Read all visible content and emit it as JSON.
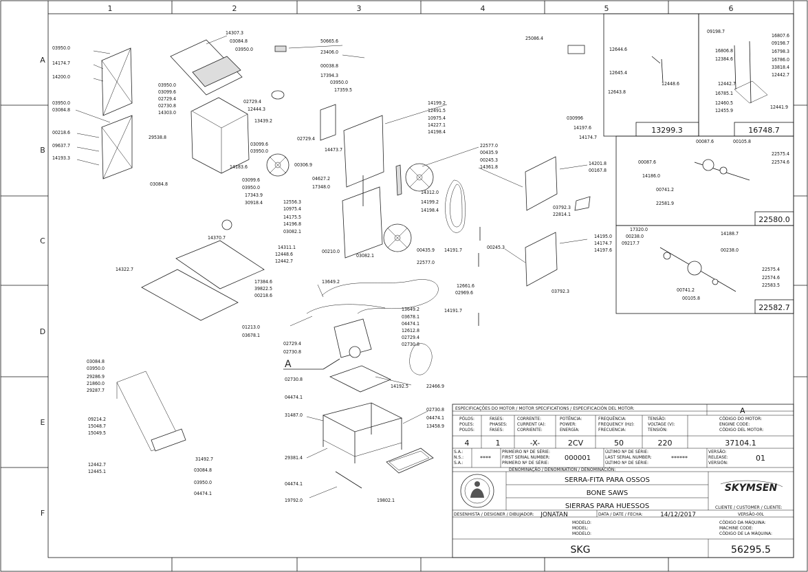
{
  "grid": {
    "columns": [
      "1",
      "2",
      "3",
      "4",
      "5",
      "6"
    ],
    "rows": [
      "A",
      "B",
      "C",
      "D",
      "E",
      "F"
    ]
  },
  "view_label": "A",
  "part_numbers": {
    "top_left_panel": [
      "03950.0",
      "14174.7",
      "14200.0"
    ],
    "left_panel": [
      "03950.0",
      "03084.8",
      "00218.6",
      "09637.7",
      "14193.3"
    ],
    "cabinet": [
      "03950.0",
      "03099.6",
      "02729.4",
      "02730.8",
      "14303.0",
      "29538.8",
      "03084.8"
    ],
    "top_rails": [
      "14307.3",
      "03084.8",
      "03950.0"
    ],
    "misc_top": [
      "50665.6",
      "23406.0",
      "00038.8",
      "17394.3",
      "03950.0",
      "17359.5",
      "25086.4"
    ],
    "upper_wheel_left": [
      "02729.4",
      "12444.3",
      "13439.2",
      "02729.4",
      "03099.6",
      "03950.0",
      "14183.6",
      "00306.9",
      "03099.6",
      "03950.0",
      "17343.9",
      "30918.4"
    ],
    "frame": [
      "14199.2",
      "12491.5",
      "10975.4",
      "14227.1",
      "14198.4",
      "14473.7",
      "04627.2",
      "17348.0",
      "12556.3",
      "10975.4",
      "14175.5",
      "14196.8",
      "03082.1",
      "14312.0",
      "14199.2",
      "14198.4",
      "00210.0",
      "03082.1"
    ],
    "wheels": [
      "22577.0",
      "00435.9",
      "00245.3",
      "14361.8",
      "00435.9",
      "22577.0"
    ],
    "right_door": [
      "030996",
      "14197.6",
      "14174.7",
      "14201.8",
      "00167.8",
      "03792.3",
      "22814.1"
    ],
    "lower_door": [
      "14195.0",
      "14174.7",
      "14197.6",
      "00245.3",
      "03792.3",
      "14191.7",
      "14191.7"
    ],
    "table": [
      "14370.7",
      "14322.7",
      "14311.1",
      "12448.6",
      "12442.7",
      "17384.6",
      "39822.5",
      "00218.6",
      "13649.2"
    ],
    "motor_area": [
      "12661.6",
      "02969.6",
      "01213.0",
      "03678.1",
      "13649.2",
      "03678.1",
      "04474.1",
      "12612.8",
      "02729.4",
      "02730.8",
      "02729.4",
      "02730.8",
      "02730.8",
      "04474.1",
      "14192.5",
      "22466.9"
    ],
    "left_fence": [
      "03084.8",
      "03950.0",
      "29286.9",
      "21860.0",
      "29287.7",
      "09214.2",
      "15048.7",
      "15049.5",
      "12442.7",
      "12445.1",
      "31492.7",
      "03084.8",
      "03950.0",
      "04474.1"
    ],
    "stand": [
      "31487.0",
      "29381.4",
      "02730.8",
      "04474.1",
      "13458.9",
      "04474.1",
      "19792.0",
      "19802.1"
    ],
    "inset_13299": [
      "12644.6",
      "12645.4",
      "12448.6",
      "12643.8"
    ],
    "inset_16748": [
      "09198.7",
      "16807.6",
      "09198.7",
      "16806.8",
      "16798.3",
      "12384.6",
      "16786.0",
      "33818.4",
      "12442.7",
      "12442.7",
      "16785.1",
      "12460.5",
      "12455.9",
      "12441.9"
    ],
    "inset_22580": [
      "00087.6",
      "00105.8",
      "22575.4",
      "00087.6",
      "22574.6",
      "14186.0",
      "00741.2",
      "22581.9"
    ],
    "inset_22582": [
      "17320.0",
      "00238.0",
      "14188.7",
      "09217.7",
      "00238.0",
      "22575.4",
      "22574.6",
      "00741.2",
      "22583.5",
      "00105.8"
    ]
  },
  "insets": {
    "i1": "13299.3",
    "i2": "16748.7",
    "i3": "22580.0",
    "i4": "22582.7"
  },
  "title_block": {
    "spec_header": "ESPECIFICAÇÕES DO MOTOR / MOTOR SPECIFICATIONS / ESPECIFICACIÓN DEL MOTOR:",
    "view_letter": "A",
    "col_labels": [
      [
        "PÓLOS:",
        "POLES:",
        "POLOS:"
      ],
      [
        "FASES:",
        "PHASES:",
        "FASES:"
      ],
      [
        "CORRENTE:",
        "CURRENT (A):",
        "CORRIENTE:"
      ],
      [
        "POTÊNCIA:",
        "POWER:",
        "ENERGÍA:"
      ],
      [
        "FREQUÊNCIA:",
        "FREQUENCY (Hz):",
        "FRECUENCIA:"
      ],
      [
        "TENSÃO:",
        "VOLTAGE (V):",
        "TENSIÓN:"
      ],
      [
        "CÓDIGO DO MOTOR:",
        "ENGINE CODE:",
        "CÓDIGO DEL MOTOR:"
      ]
    ],
    "values": [
      "4",
      "1",
      "-X-",
      "2CV",
      "50",
      "220",
      "37104.1"
    ],
    "serial_labels_left": [
      "S.A.:",
      "N.S.:",
      "S.A.:"
    ],
    "serial_labels_mid": [
      "PRIMEIRO Nº DE SÉRIE:",
      "FIRST SERIAL NUMBER:",
      "PRIMERO Nº DE SÉRIE:"
    ],
    "serial_labels_right": [
      "ÚLTIMO Nº DE SÉRIE:",
      "LAST SERIAL NUMBER:",
      "ÚLTIMO Nº DE SÉRIE:"
    ],
    "version_labels": [
      "VERSÃO:",
      "RELEASE:",
      "VERSIÓN:"
    ],
    "sa_value": "****",
    "first_serial": "000001",
    "last_serial": "******",
    "release": "01",
    "denomination_header": "DENOMINAÇÃO / DENOMINATION / DENOMINACIÓN:",
    "name_pt": "SERRA-FITA PARA OSSOS",
    "name_en": "BONE SAWS",
    "name_es": "SIERRAS PARA HUESSOS",
    "brand": "SKYMSEN",
    "designer_label": "DESENHISTA / DESIGNER / DIBUJADOR:",
    "designer": "JONATAN",
    "date_label": "DATA / DATE / FECHA:",
    "date": "14/12/2017",
    "client_label": "CLIENTE / CUSTOMER / CLIENTE:",
    "client_version": "VERSÃO-00L",
    "model_labels": [
      "MODELO:",
      "MODEL:",
      "MODELO:"
    ],
    "machine_code_labels": [
      "CÓDIGO DA MÁQUINA:",
      "MACHINE CODE:",
      "CÓDIGO DE LA MÁQUINA:"
    ],
    "model": "SKG",
    "machine_code": "56295.5"
  }
}
